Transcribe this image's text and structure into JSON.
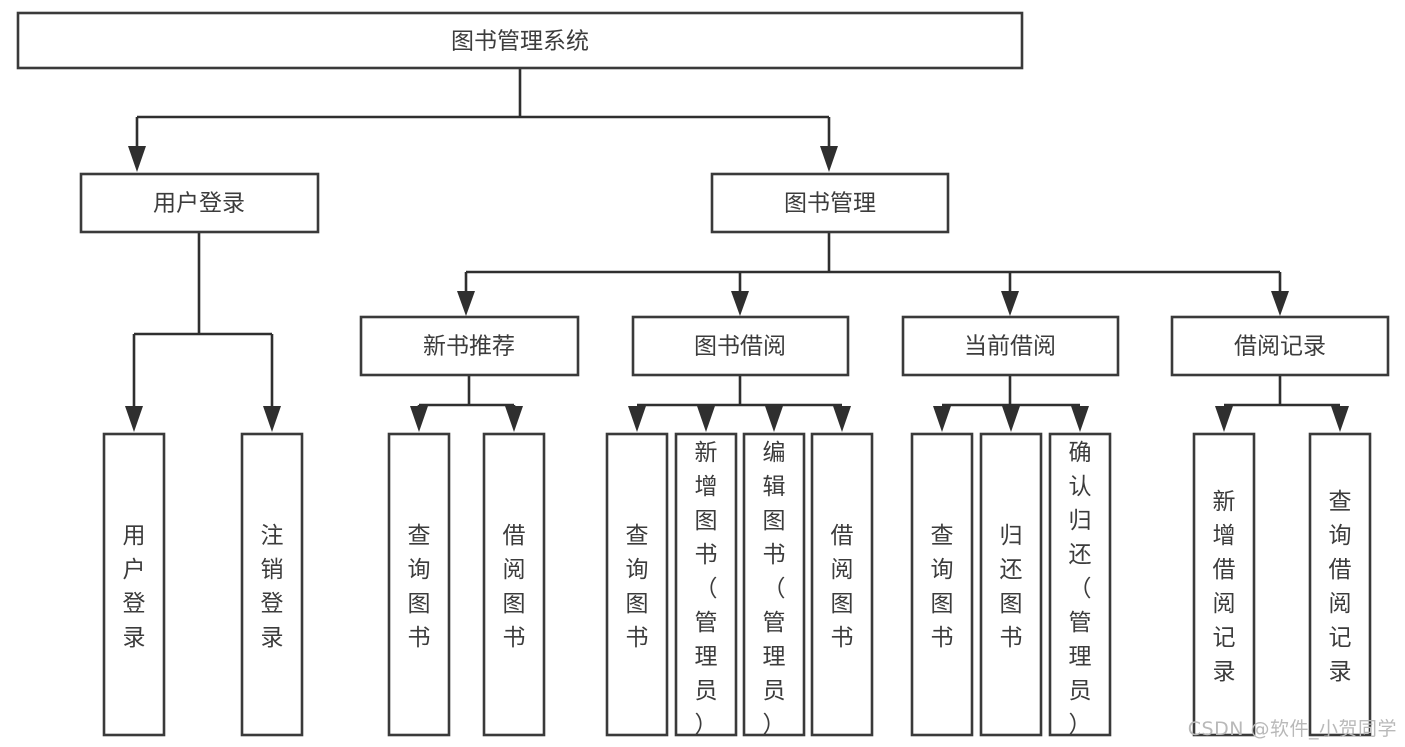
{
  "diagram": {
    "title": "图书管理系统",
    "type": "tree",
    "colors": {
      "background": "#ffffff",
      "box_border": "#3a3a3a",
      "connector": "#2f2f2f",
      "text": "#3c3c3c",
      "watermark": "#b9b9b9"
    },
    "root": {
      "label": "图书管理系统",
      "orientation": "horizontal"
    },
    "level2": [
      {
        "label": "用户登录",
        "orientation": "horizontal"
      },
      {
        "label": "图书管理",
        "orientation": "horizontal"
      }
    ],
    "level3": [
      {
        "label": "新书推荐",
        "orientation": "horizontal"
      },
      {
        "label": "图书借阅",
        "orientation": "horizontal"
      },
      {
        "label": "当前借阅",
        "orientation": "horizontal"
      },
      {
        "label": "借阅记录",
        "orientation": "horizontal"
      }
    ],
    "leaves": {
      "user_login": [
        {
          "label": "用户登录",
          "orientation": "vertical"
        },
        {
          "label": "注销登录",
          "orientation": "vertical"
        }
      ],
      "new_book_recommend": [
        {
          "label": "查询图书",
          "orientation": "vertical"
        },
        {
          "label": "借阅图书",
          "orientation": "vertical"
        }
      ],
      "book_borrow": [
        {
          "label": "查询图书",
          "orientation": "vertical"
        },
        {
          "label": "新增图书（管理员）",
          "orientation": "vertical"
        },
        {
          "label": "编辑图书（管理员）",
          "orientation": "vertical"
        },
        {
          "label": "借阅图书",
          "orientation": "vertical"
        }
      ],
      "current_borrow": [
        {
          "label": "查询图书",
          "orientation": "vertical"
        },
        {
          "label": "归还图书",
          "orientation": "vertical"
        },
        {
          "label": "确认归还（管理员）",
          "orientation": "vertical"
        }
      ],
      "borrow_record": [
        {
          "label": "新增借阅记录",
          "orientation": "vertical"
        },
        {
          "label": "查询借阅记录",
          "orientation": "vertical"
        }
      ]
    }
  },
  "watermark": {
    "text": "CSDN @软件_小贺同学"
  }
}
